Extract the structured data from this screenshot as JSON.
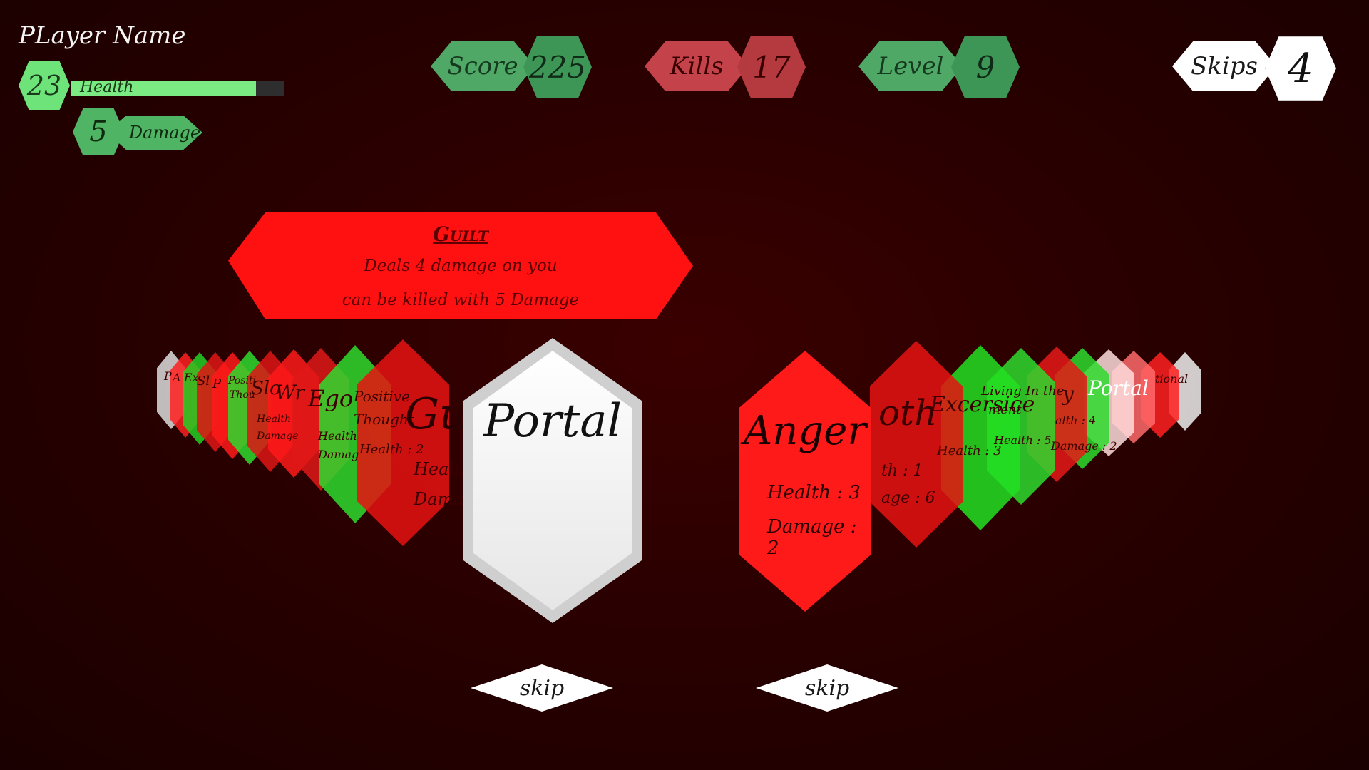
{
  "player": {
    "name": "PLayer Name",
    "health_value": "23",
    "health_label": "Health",
    "health_fraction": 0.87,
    "damage_value": "5",
    "damage_label": "Damage"
  },
  "stats": {
    "score_label": "Score",
    "score_value": "225",
    "kills_label": "Kills",
    "kills_value": "17",
    "level_label": "Level",
    "level_value": "9",
    "skips_label": "Skips",
    "skips_value": "4"
  },
  "info": {
    "title": "Guilt",
    "line1": "Deals 4 damage on you",
    "line2": "can be killed with 5 Damage"
  },
  "left_deck": {
    "visible_fragments": [
      "P",
      "A",
      "Ex",
      "Sl",
      "P",
      "Positi",
      "Thou",
      "Slo",
      "Wr",
      "Ego",
      "Positive",
      "Thought",
      "Guil"
    ],
    "stat_fragments": [
      "Health",
      "Damage",
      "Health : 2",
      "Health",
      "Damag",
      "Health",
      "Damage"
    ]
  },
  "right_deck": {
    "visible_fragments": [
      "oth",
      "Excersice",
      "Living In the",
      "ment",
      "y",
      "Portal",
      "tional"
    ],
    "stat_fragments": [
      "th : 1",
      "age : 6",
      "Health : 3",
      "Health : 5",
      "alth : 4",
      "Damage : 2"
    ]
  },
  "left_card": {
    "title": "Portal"
  },
  "right_card": {
    "title": "Anger",
    "health": "Health : 3",
    "damage": "Damage : 2"
  },
  "buttons": {
    "skip_left": "skip",
    "skip_right": "skip"
  },
  "colors": {
    "green": "#4fb464",
    "red": "#c43c3c",
    "white": "#ffffff",
    "bright_red": "#ff1111",
    "bright_green": "#22e022"
  }
}
